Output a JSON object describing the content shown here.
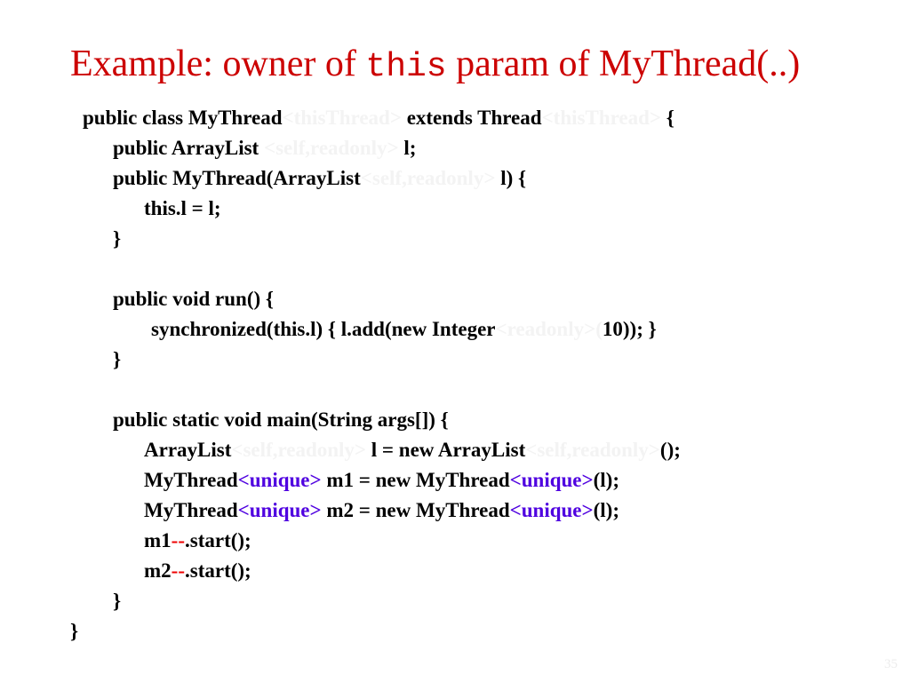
{
  "slide": {
    "title_pre": "Example: owner of ",
    "title_code": "this",
    "title_post": " param of MyThread(..)",
    "page_number": "35"
  },
  "code": {
    "l1": {
      "a": "public class MyThread",
      "b": "<thisThread>",
      "c": " extends Thread",
      "d": "<thisThread>",
      "e": " {"
    },
    "l2": {
      "a": "public ArrayList ",
      "b": "<self,readonly>",
      "c": " l;"
    },
    "l3": {
      "a": "public MyThread(ArrayList",
      "b": "<self,readonly>",
      "c": " l) {"
    },
    "l4": {
      "a": "this.l = l;"
    },
    "l5": {
      "a": "}"
    },
    "l6": {
      "a": "public void run() {"
    },
    "l7": {
      "a": "synchronized(this.l) { l.add(new Integer",
      "b": "<readonly>(",
      "c": "10)); }"
    },
    "l8": {
      "a": "}"
    },
    "l9": {
      "a": "public static void main(String args[]) {"
    },
    "l10": {
      "a": "ArrayList",
      "b": "<self,readonly>",
      "c": " l = new ArrayList",
      "d": "<self,readonly>",
      "e": "();"
    },
    "l11": {
      "a": "MyThread",
      "b": "<unique>",
      "c": " m1 = new MyThread",
      "d": "<unique>",
      "e": "(l);"
    },
    "l12": {
      "a": "MyThread",
      "b": "<unique>",
      "c": " m2 = new MyThread",
      "d": "<unique>",
      "e": "(l);"
    },
    "l13": {
      "a": "m1",
      "b": "--",
      "c": ".start();"
    },
    "l14": {
      "a": "m2",
      "b": "--",
      "c": ".start();"
    },
    "l15": {
      "a": "}"
    },
    "l16": {
      "a": "}"
    }
  },
  "colors": {
    "title": "#cc0000",
    "code": "#000000",
    "owner_param_faint": "#f3f3f3",
    "unique_keyword": "#4f00e0",
    "dash_marker": "#ee0000"
  }
}
